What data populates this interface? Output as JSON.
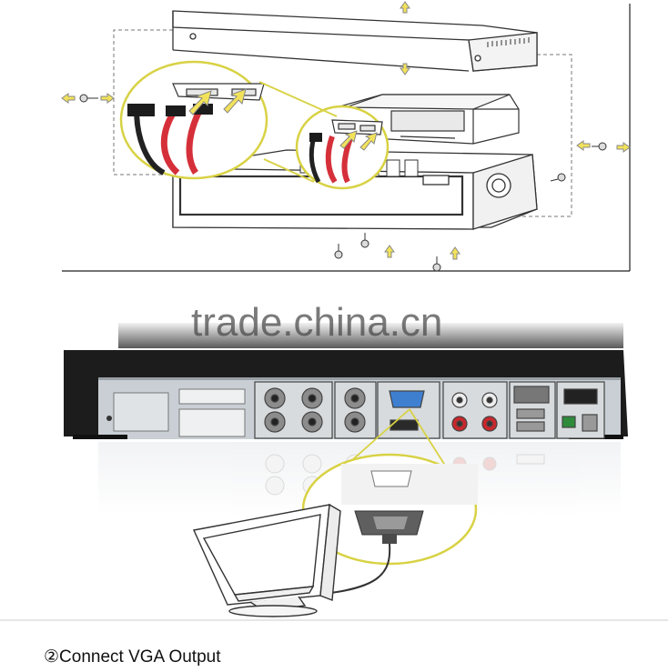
{
  "watermark": "trade.china.cn",
  "caption": {
    "number_glyph": "②",
    "text": "Connect VGA Output"
  },
  "colors": {
    "callout_ring": "#d8d244",
    "arrow_fill": "#f2e25a",
    "sata_cable": "#d5303a",
    "dvr_body": "#1c1c1c",
    "rear_panel": "#c9cfd4",
    "vga_blue": "#3f7fd0"
  },
  "icons": [
    "screw-icon",
    "arrow-up-icon",
    "arrow-down-icon",
    "arrow-left-icon",
    "arrow-right-icon",
    "monitor-icon",
    "vga-plug-icon"
  ]
}
